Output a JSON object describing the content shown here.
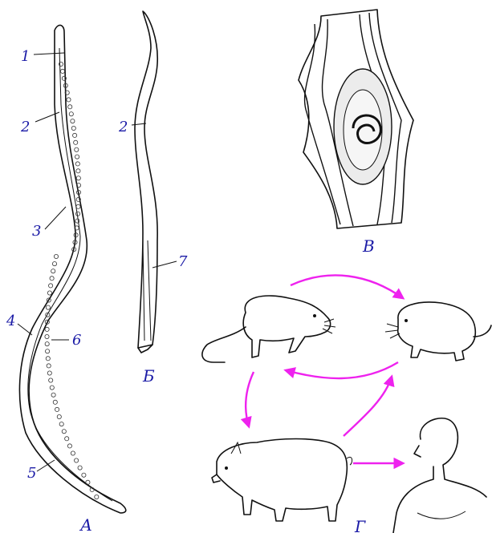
{
  "labels": {
    "one": "1",
    "two": "2",
    "three": "3",
    "four": "4",
    "five": "5",
    "six": "6",
    "seven": "7"
  },
  "panels": {
    "a": "А",
    "b": "Б",
    "v": "В",
    "g": "Г"
  },
  "colors": {
    "label": "#1a1aa6",
    "arrow": "#ee22ee",
    "ink": "#111111"
  }
}
